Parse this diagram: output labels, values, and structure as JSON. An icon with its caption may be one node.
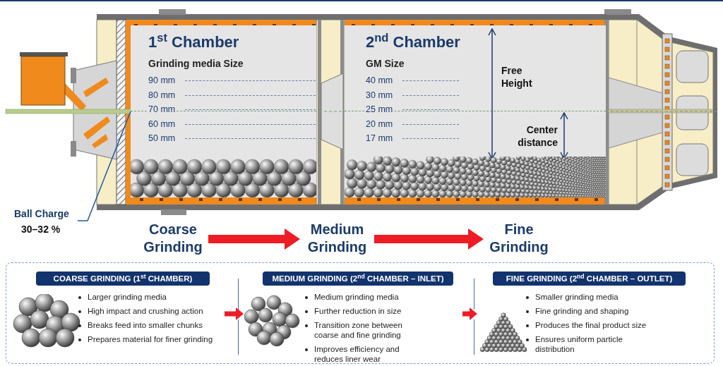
{
  "diagram": {
    "nodes": [
      {
        "text": [
          "1$^{st}$ Chamber",
          "Grinding media Size"
        ]
      },
      {
        "text": [
          "2$^{nd}$ Chamber",
          "GM Size"
        ]
      },
      {
        "text": [
          "Ball Charge",
          "30–32 %"
        ]
      },
      {
        "text": [
          "Coarse Grinding"
        ]
      },
      {
        "text": [
          "Medium Grinding"
        ]
      },
      {
        "text": [
          "Fine Grinding"
        ]
      },
      {
        "text": [],
        "shape": "box"
      },
      {
        "text": [
          "COARSE GRINDING (1$^{st}$ CHAMBER)",
          "Larger grinding media",
          "High impact and crushing action",
          "Breaks feed into smaller chunks",
          "Prepares material for finer grinding"
        ],
        "in": 6
      },
      {
        "text": [
          "MEDIUM GRINDING (2$^{nd}$ CHAMBER – INLET)",
          "Medium grinding media",
          "Further reduction in size",
          "Transition zone between coarse and fine grinding",
          "Improves efficiency and reduces liner wear"
        ],
        "in": 6
      },
      {
        "text": [
          "FINE GRINDING (2$^{nd}$ CHAMBER – OUTLET)",
          "Smaller grinding media",
          "Fine grinding and shaping",
          "Produces the final product size",
          "Ensures uniform particle distribution"
        ],
        "in": 6
      }
    ],
    "edges": [
      {
        "from": 2,
        "to": 0,
        "arrow": "none",
        "color": "#1f5aa6"
      },
      {
        "from": 3,
        "to": 4,
        "arrow": "to"
      },
      {
        "from": 4,
        "to": 5,
        "arrow": "to"
      },
      {
        "from": 7,
        "to": 8,
        "arrow": "to"
      },
      {
        "from": 8,
        "to": 9,
        "arrow": "to"
      }
    ],
    "labels": [
      "90 mm",
      "80 mm",
      "70 mm",
      "60 mm",
      "50 mm",
      "40 mm",
      "30 mm",
      "25 mm",
      "20 mm",
      "17 mm",
      "Free Height",
      "Center distance"
    ]
  }
}
